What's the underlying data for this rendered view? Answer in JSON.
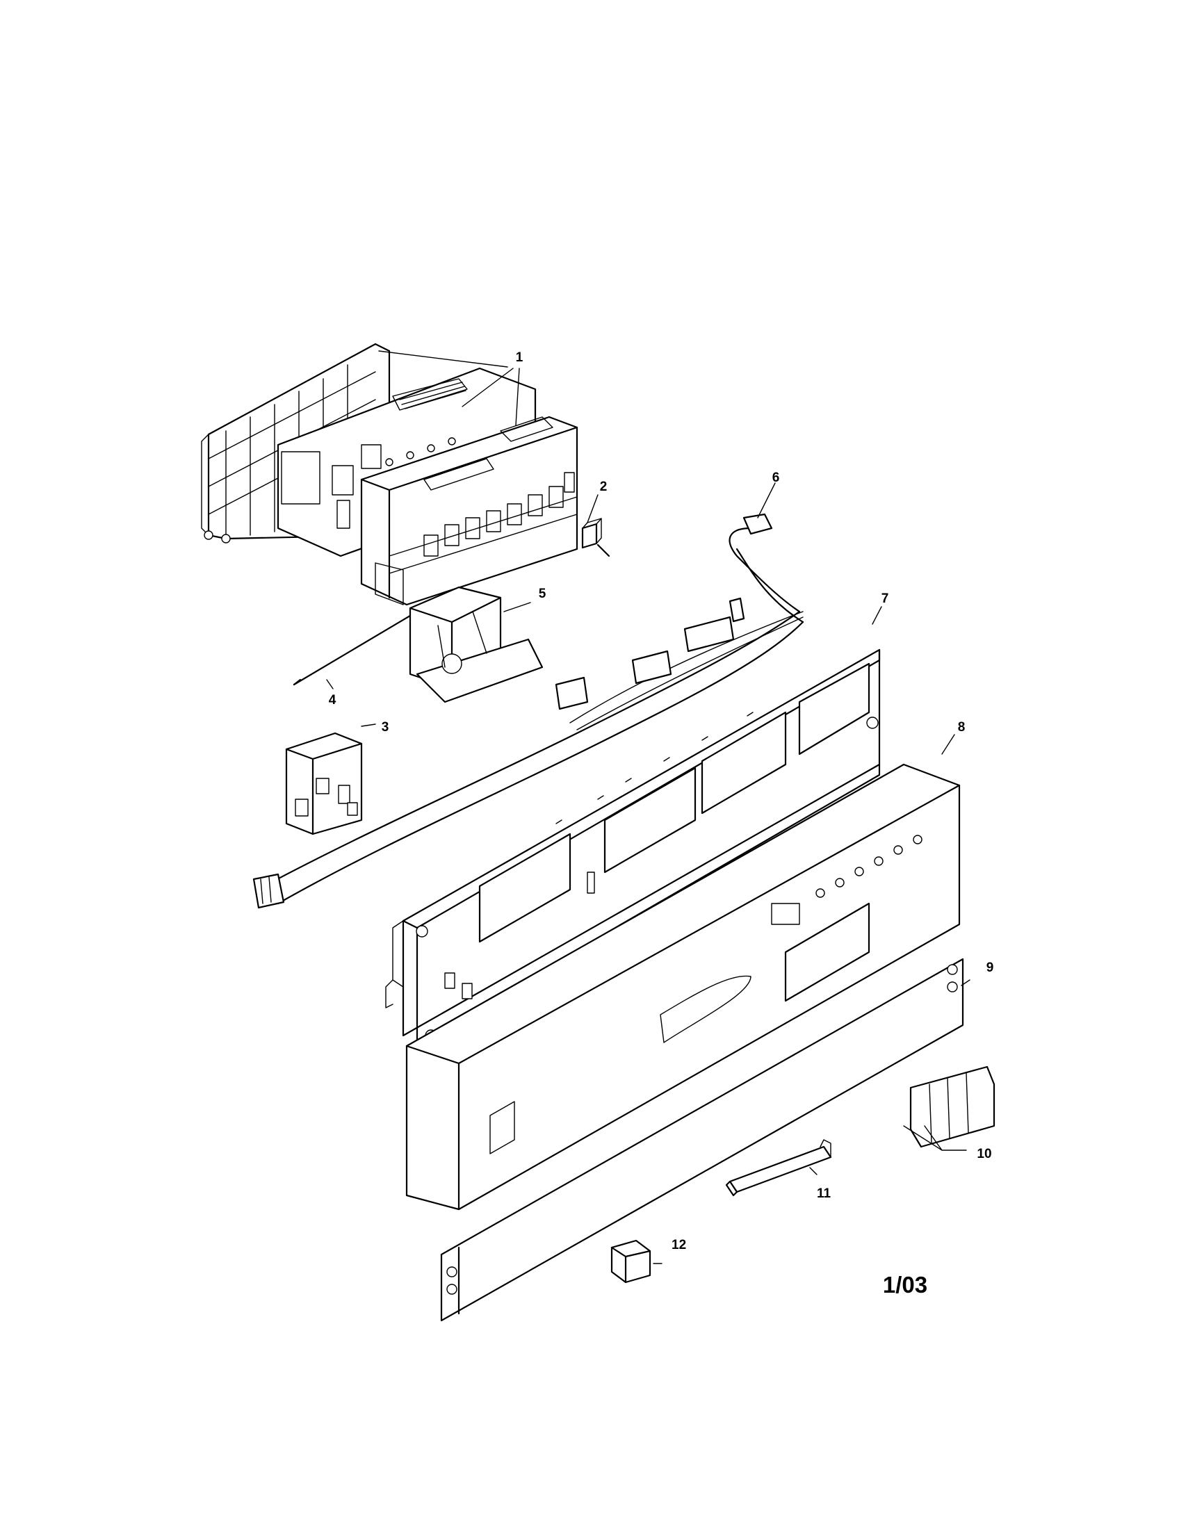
{
  "callouts": [
    {
      "id": "1",
      "label": "1"
    },
    {
      "id": "2",
      "label": "2"
    },
    {
      "id": "3",
      "label": "3"
    },
    {
      "id": "4",
      "label": "4"
    },
    {
      "id": "5",
      "label": "5"
    },
    {
      "id": "6",
      "label": "6"
    },
    {
      "id": "7",
      "label": "7"
    },
    {
      "id": "8",
      "label": "8"
    },
    {
      "id": "9",
      "label": "9"
    },
    {
      "id": "10",
      "label": "10"
    },
    {
      "id": "11",
      "label": "11"
    },
    {
      "id": "12",
      "label": "12"
    }
  ],
  "revision": "1/03"
}
